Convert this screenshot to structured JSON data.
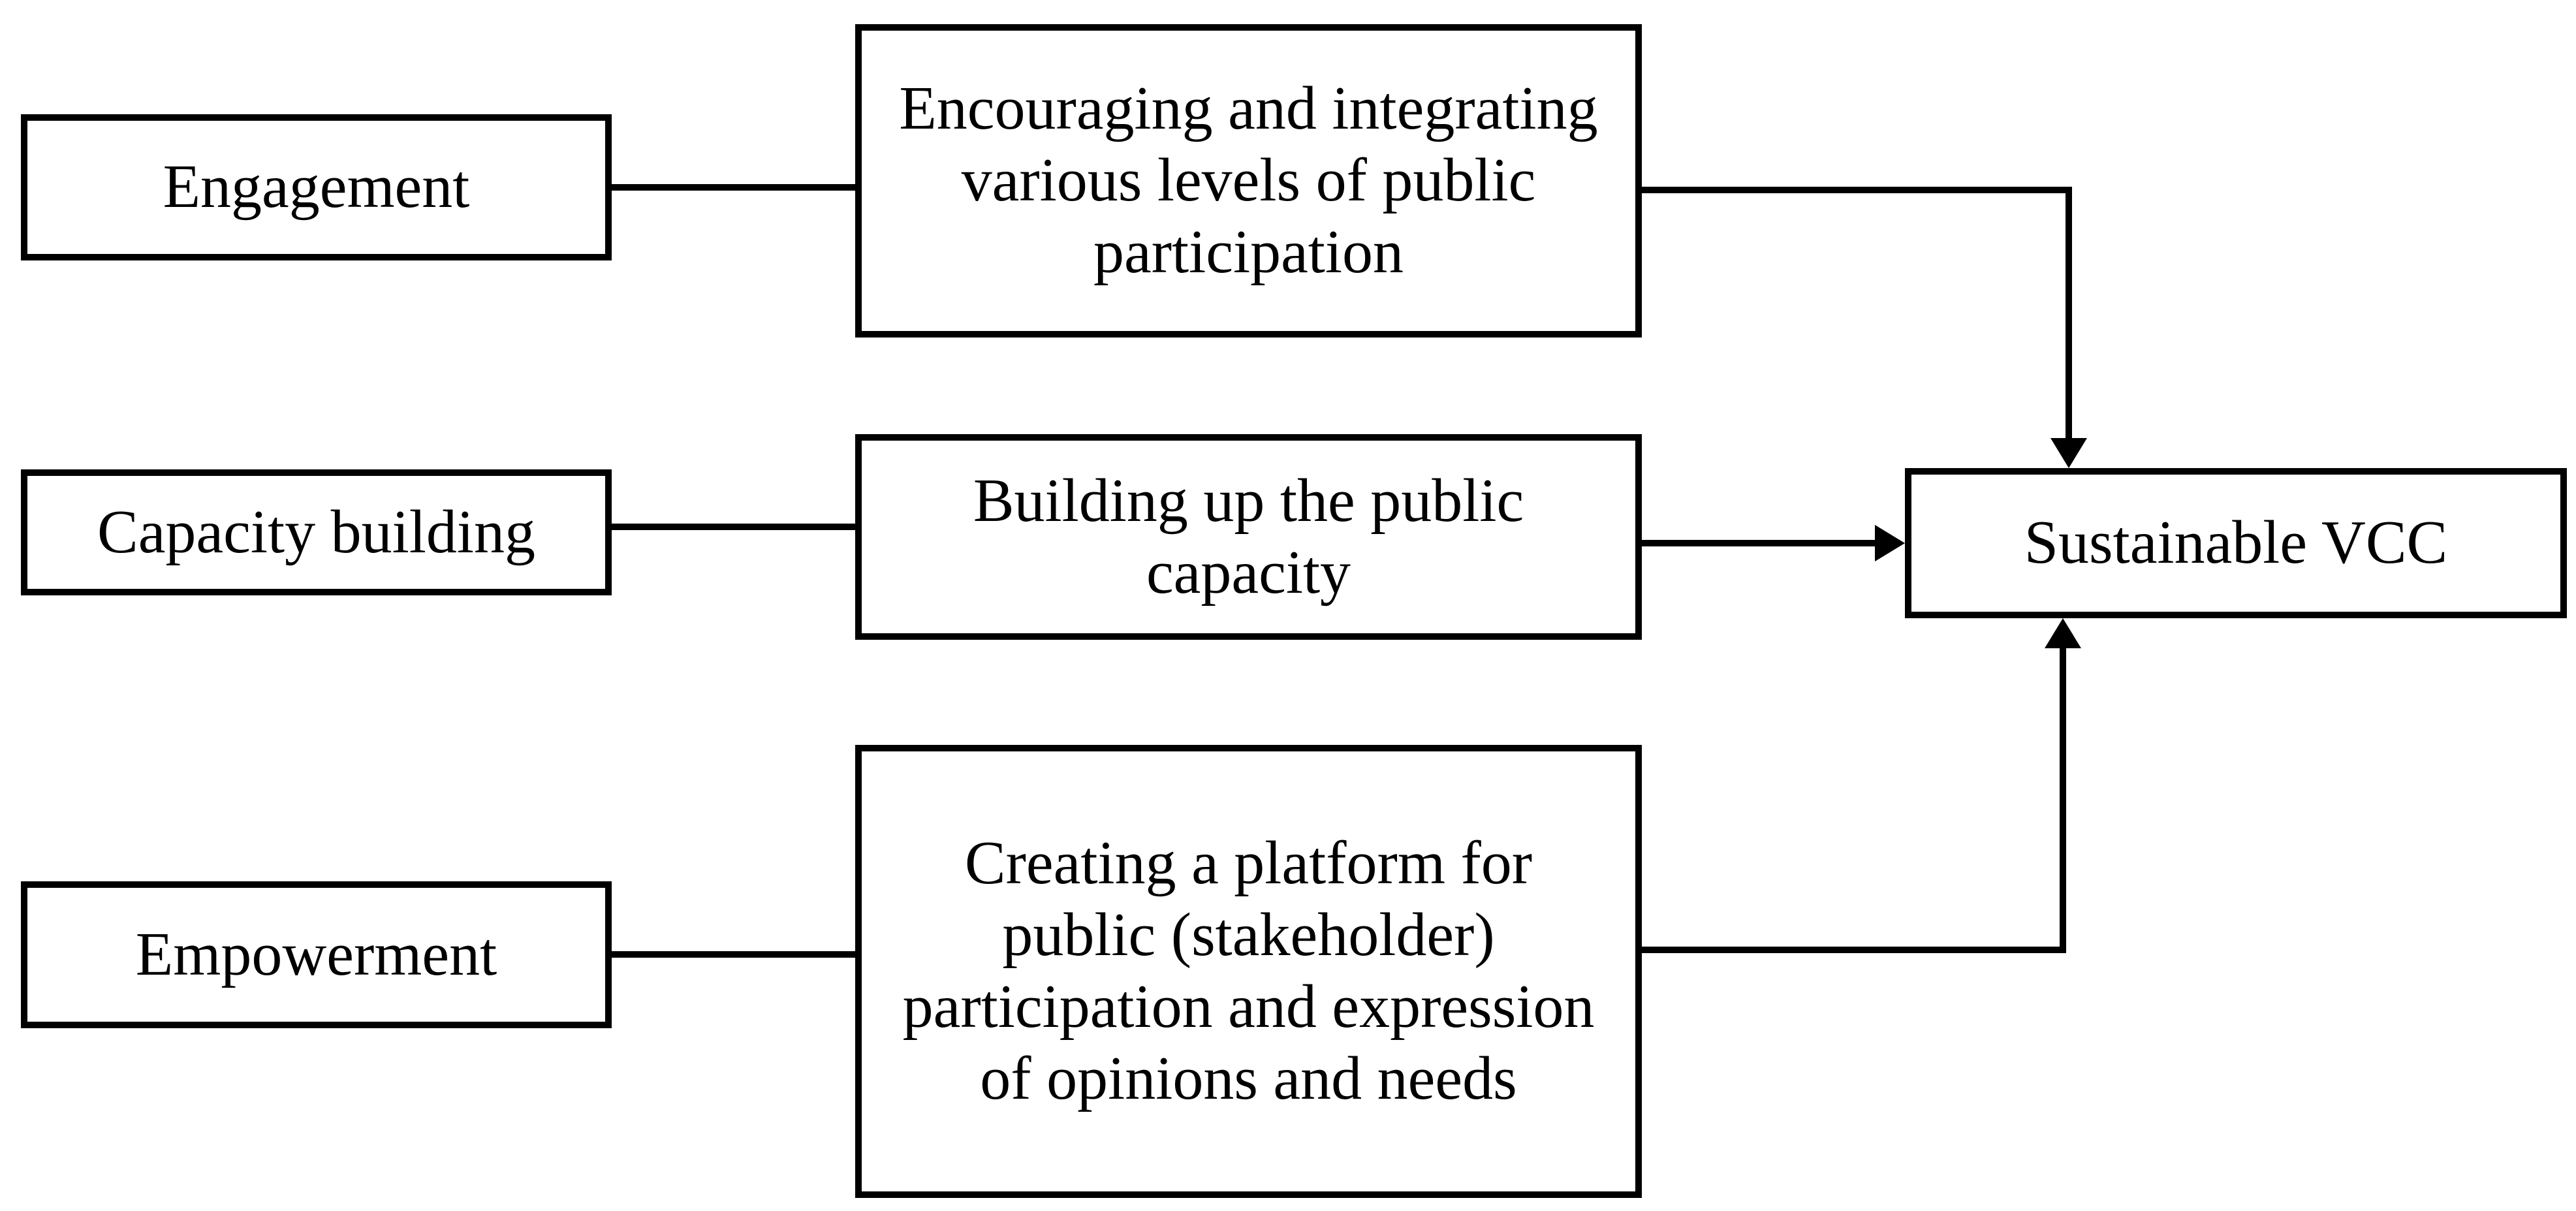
{
  "colors": {
    "background": "#ffffff",
    "stroke": "#000000",
    "text": "#000000"
  },
  "nodes": {
    "engagement": {
      "label": "Engagement"
    },
    "capacity_building": {
      "label": "Capacity building"
    },
    "empowerment": {
      "label": "Empowerment"
    },
    "encouraging_participation": {
      "label": "Encouraging and integrating\nvarious levels of public\nparticipation"
    },
    "building_capacity": {
      "label": "Building up the public\ncapacity"
    },
    "creating_platform": {
      "label": "Creating a platform for\npublic (stakeholder)\nparticipation and expression\nof opinions and needs"
    },
    "sustainable_vcc": {
      "label": "Sustainable VCC"
    }
  },
  "edges": [
    {
      "from": "engagement",
      "to": "encouraging_participation",
      "arrowhead": false
    },
    {
      "from": "capacity_building",
      "to": "building_capacity",
      "arrowhead": false
    },
    {
      "from": "empowerment",
      "to": "creating_platform",
      "arrowhead": false
    },
    {
      "from": "encouraging_participation",
      "to": "sustainable_vcc",
      "arrowhead": true
    },
    {
      "from": "building_capacity",
      "to": "sustainable_vcc",
      "arrowhead": true
    },
    {
      "from": "creating_platform",
      "to": "sustainable_vcc",
      "arrowhead": true
    }
  ]
}
